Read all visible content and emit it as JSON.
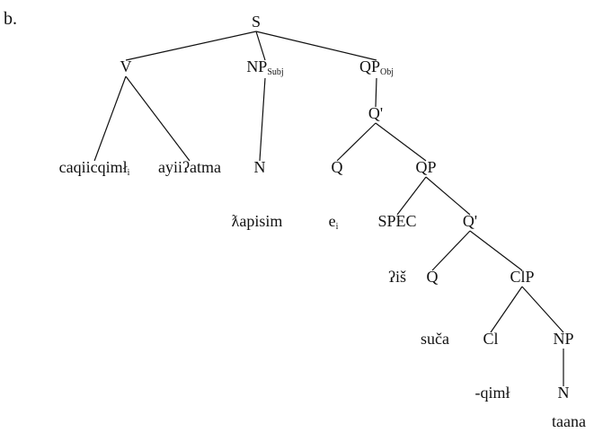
{
  "example_marker": "b.",
  "tree": {
    "nodes": {
      "S": {
        "label": "S"
      },
      "V": {
        "label": "V"
      },
      "NPsubj": {
        "label": "NP",
        "sub": "Subj"
      },
      "QPobj": {
        "label": "QP",
        "sub": "Obj"
      },
      "Qbar1": {
        "label": "Q'"
      },
      "caqiic": {
        "label": "caqiicqimł",
        "sub": "i"
      },
      "ayii": {
        "label": "ayiiʔatma"
      },
      "N1": {
        "label": "N"
      },
      "Q1": {
        "label": "Q"
      },
      "QP2": {
        "label": "QP"
      },
      "lapisim": {
        "label": "ƛapisim"
      },
      "e": {
        "label": "e",
        "sub": "i"
      },
      "SPEC": {
        "label": "SPEC"
      },
      "Qbar2": {
        "label": "Q'"
      },
      "ish": {
        "label": "ʔiš"
      },
      "Q2": {
        "label": "Q"
      },
      "ClP": {
        "label": "ClP"
      },
      "sucha": {
        "label": "suča"
      },
      "Cl": {
        "label": "Cl"
      },
      "NP2": {
        "label": "NP"
      },
      "qiml": {
        "label": "-qimł"
      },
      "N2": {
        "label": "N"
      },
      "taana": {
        "label": "taana"
      }
    },
    "edges": [
      [
        "S",
        "V"
      ],
      [
        "S",
        "NPsubj"
      ],
      [
        "S",
        "QPobj"
      ],
      [
        "V",
        "caqiic"
      ],
      [
        "V",
        "ayii"
      ],
      [
        "NPsubj",
        "N1"
      ],
      [
        "QPobj",
        "Qbar1"
      ],
      [
        "Qbar1",
        "Q1"
      ],
      [
        "Qbar1",
        "QP2"
      ],
      [
        "QP2",
        "SPEC"
      ],
      [
        "QP2",
        "Qbar2"
      ],
      [
        "Qbar2",
        "Q2"
      ],
      [
        "Qbar2",
        "ClP"
      ],
      [
        "ClP",
        "Cl"
      ],
      [
        "ClP",
        "NP2"
      ],
      [
        "NP2",
        "N2"
      ]
    ]
  }
}
